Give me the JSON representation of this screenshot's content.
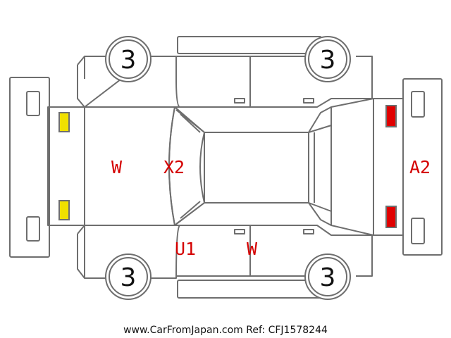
{
  "colors": {
    "outline": "#6e6e6e",
    "damage_text": "#d40000",
    "front_light": "#f0e000",
    "rear_light": "#e00000"
  },
  "tires": {
    "front_left": "3",
    "rear_left": "3",
    "front_right": "3",
    "rear_right": "3"
  },
  "damage": {
    "hood": "W",
    "windshield": "X2",
    "rear_bumper": "A2",
    "front_door": "U1",
    "rear_door": "W"
  },
  "footer": {
    "watermark": "www.CarFromJapan.com Ref: CFJ1578244"
  }
}
